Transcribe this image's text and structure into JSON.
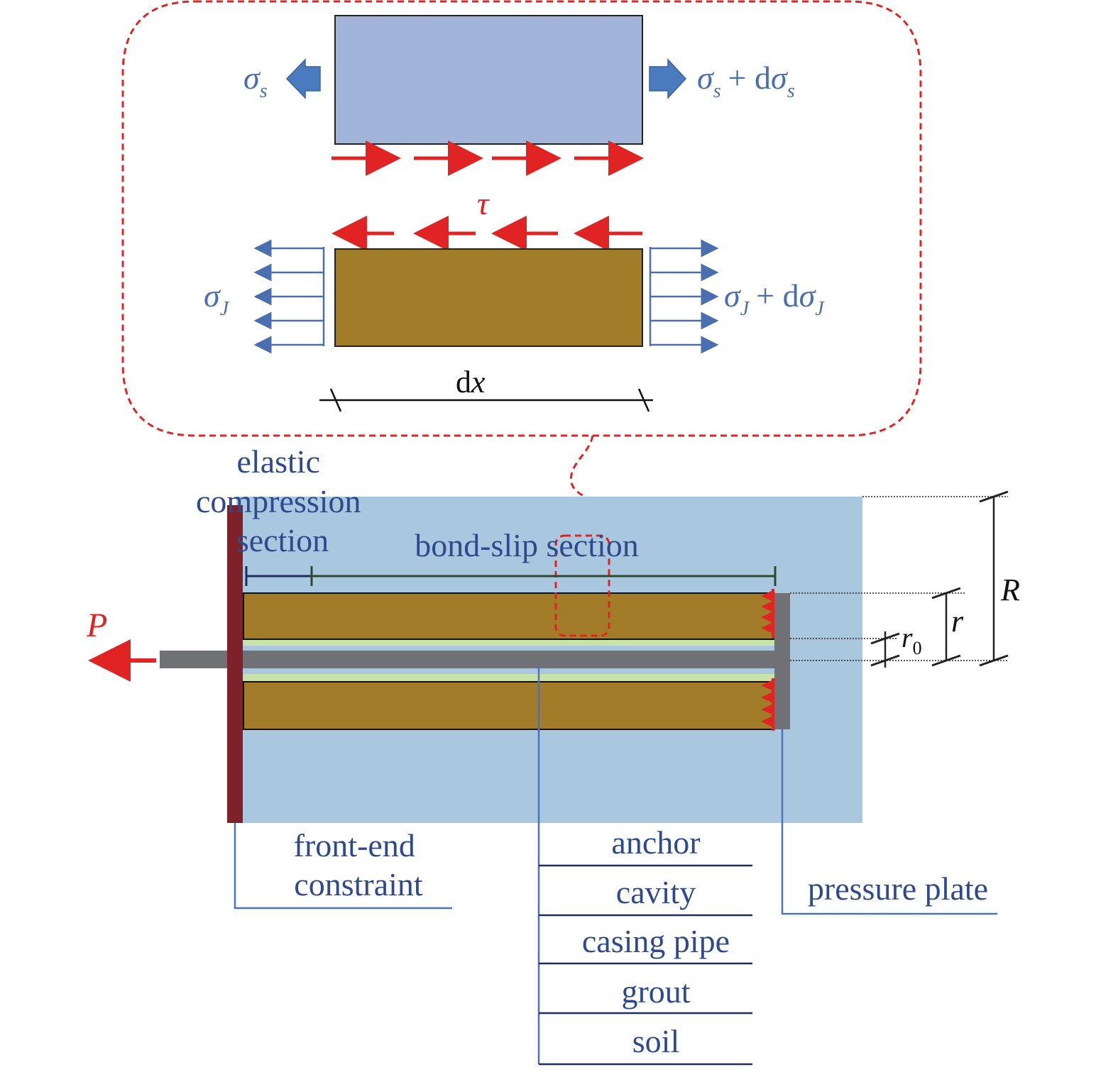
{
  "colors": {
    "steel_block": "#a3b4da",
    "grout_block": "#a37c2a",
    "soil": "#a9c7de",
    "casing": "#c9e2a8",
    "anchor": "#6f7174",
    "constraint": "#7e2128",
    "stress_arrow": "#4a6fb0",
    "shear_arrow": "#e02424",
    "detail_border": "#e02424",
    "label_text": "#2e4a8c"
  },
  "detail": {
    "sigma_s_left": {
      "base": "σ",
      "sub": "s"
    },
    "sigma_s_right": {
      "base": "σ",
      "sub": "s",
      "plus": "+ d",
      "base2": "σ",
      "sub2": "s"
    },
    "tau": "τ",
    "sigma_j_left": {
      "base": "σ",
      "sub": "J"
    },
    "sigma_j_right": {
      "base": "σ",
      "sub": "J",
      "plus": "+ d",
      "base2": "σ",
      "sub2": "J"
    },
    "dx": {
      "d": "d",
      "x": "x"
    }
  },
  "main": {
    "elastic_label": [
      "elastic",
      "compression",
      "section"
    ],
    "bond_slip_label": "bond-slip section",
    "load_label": "P",
    "R_label": "R",
    "r_label": "r",
    "r0_label": {
      "base": "r",
      "sub": "0"
    }
  },
  "legend": {
    "front_end": [
      "front-end",
      "constraint"
    ],
    "materials": [
      "anchor",
      "cavity",
      "casing pipe",
      "grout",
      "soil"
    ],
    "pressure_plate": "pressure plate"
  }
}
